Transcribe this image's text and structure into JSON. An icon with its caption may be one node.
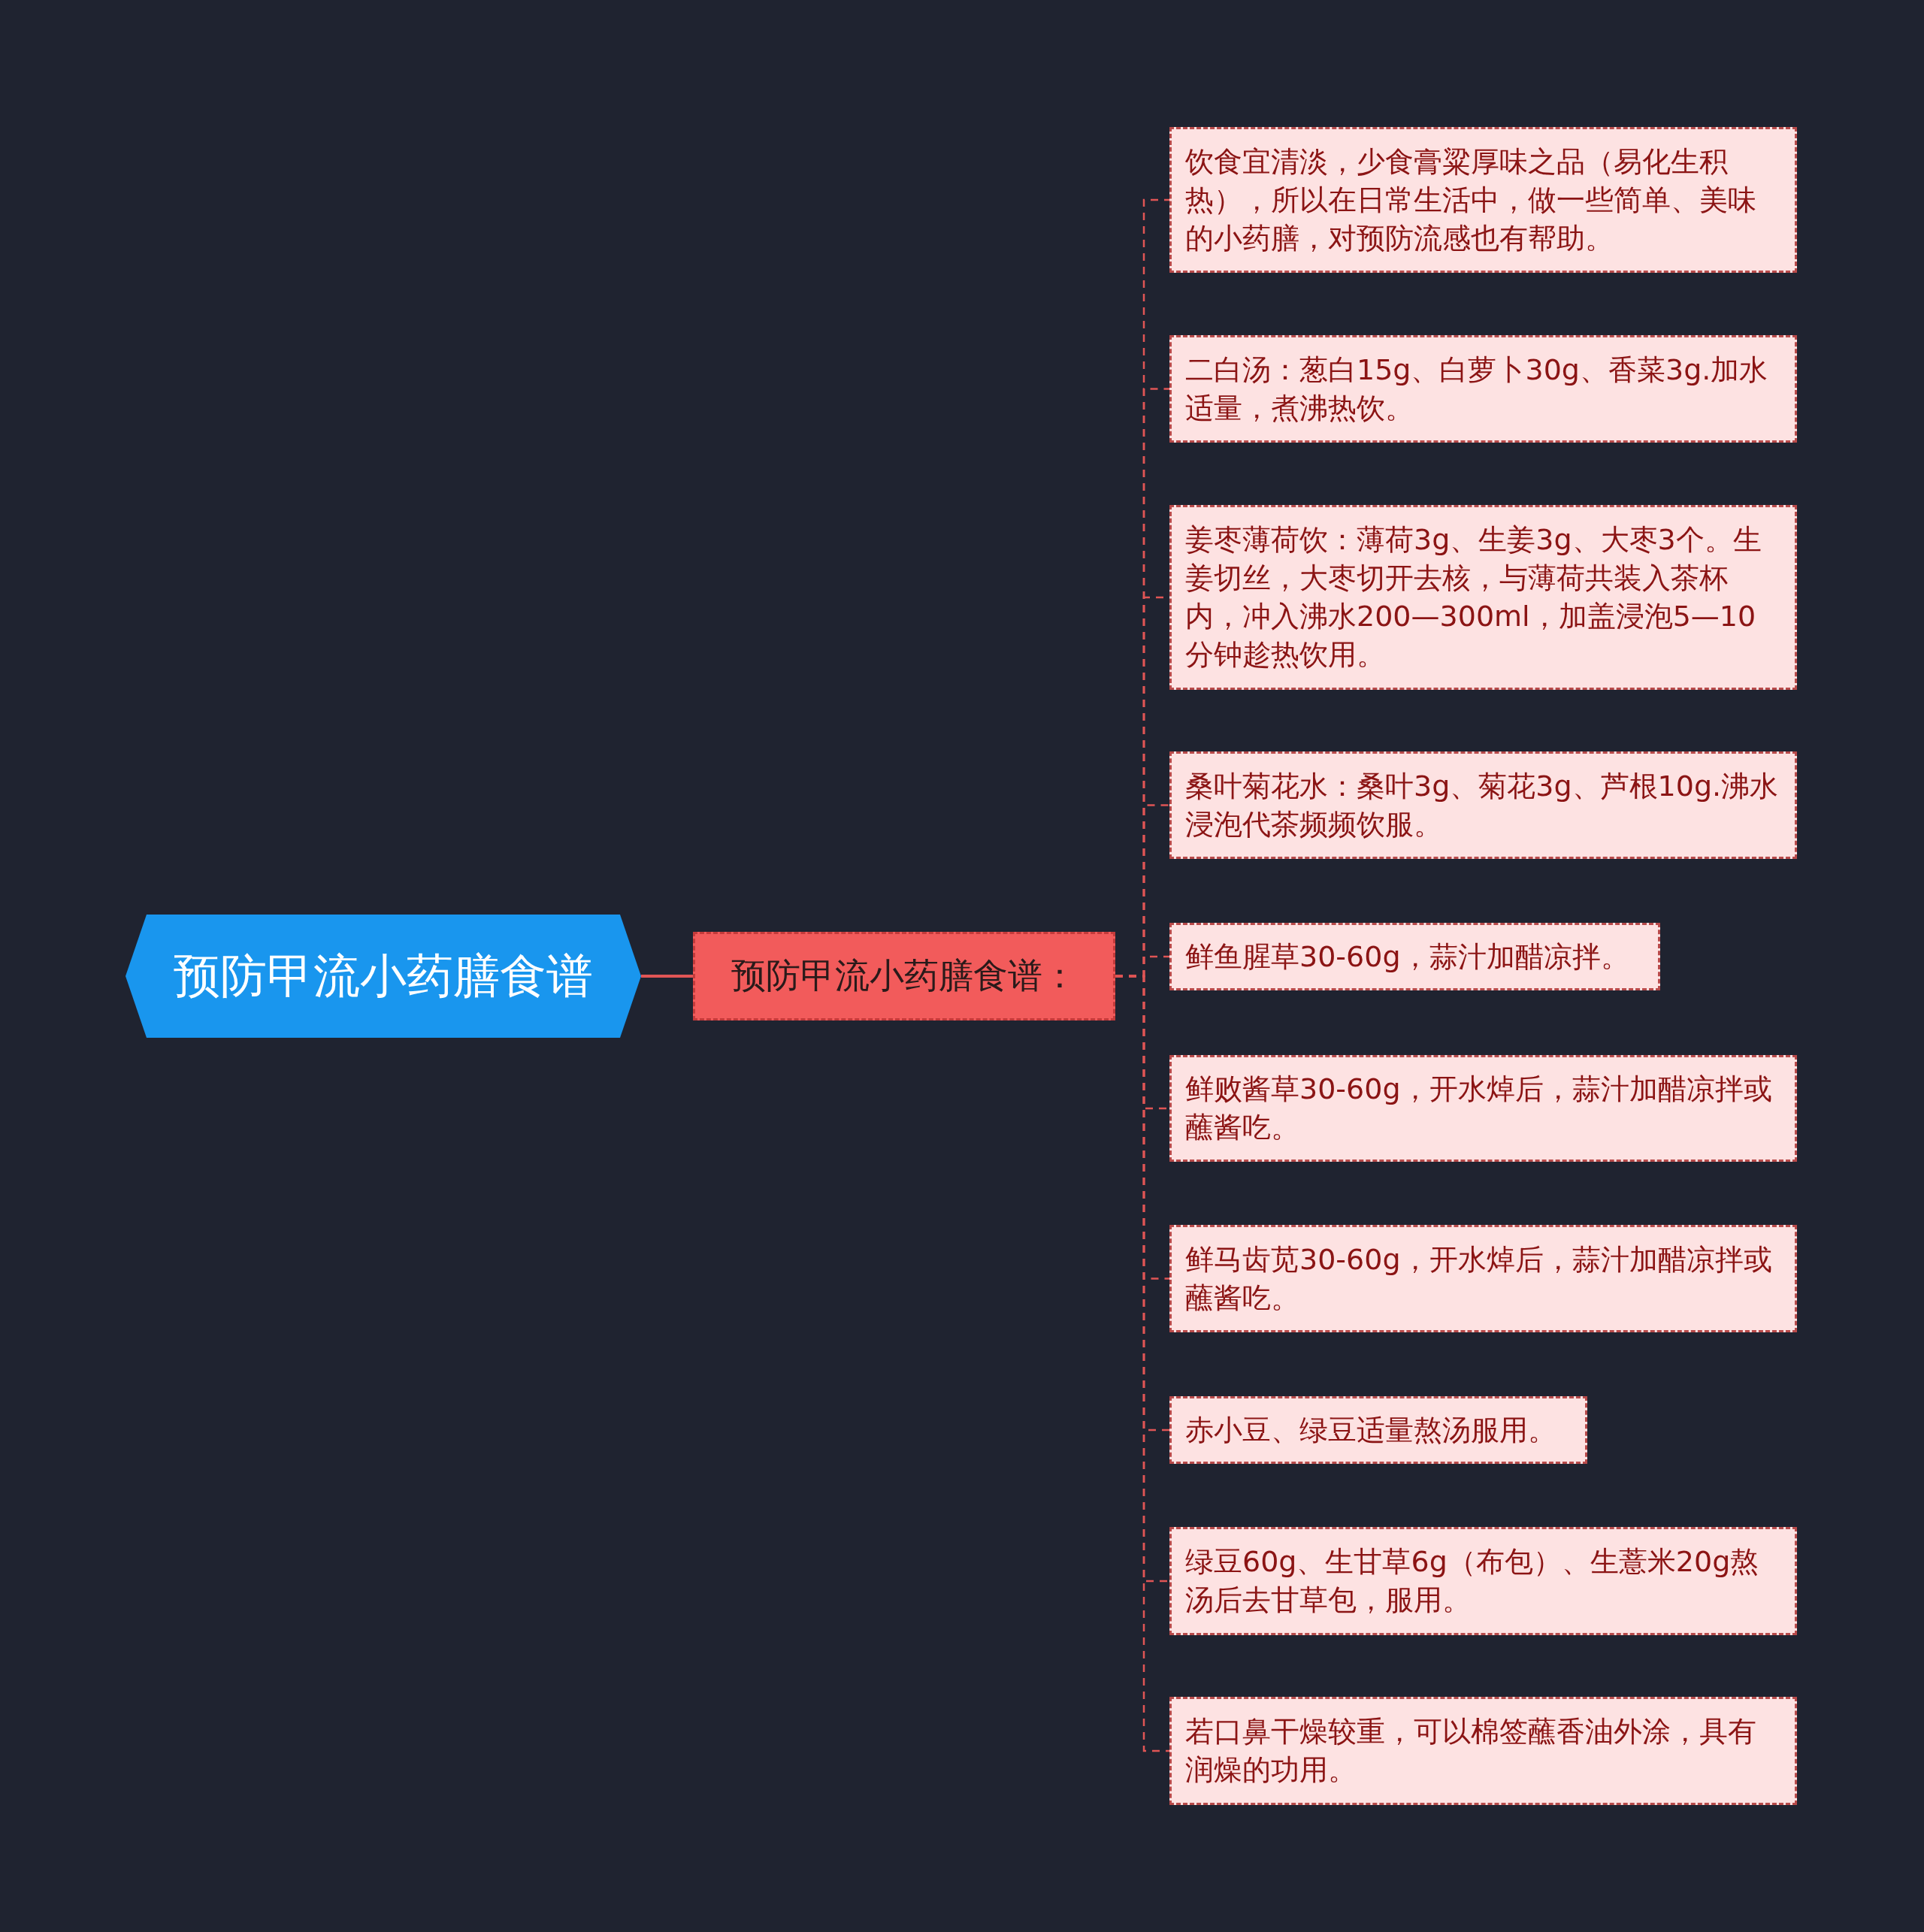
{
  "diagram": {
    "nodes": [
      {
        "text": [
          "预防甲流小药膳食谱"
        ]
      },
      {
        "text": [
          "预防甲流小药膳食谱："
        ]
      },
      {
        "text": [
          "饮食宜清淡，少食膏粱厚味之品（易化生积热），所以在日常生活中，做一些简单、美味的小药膳，对预防流感也有帮助。"
        ]
      },
      {
        "text": [
          "二白汤：葱白15g、白萝卜30g、香菜3g.加水适量，煮沸热饮。"
        ]
      },
      {
        "text": [
          "姜枣薄荷饮：薄荷3g、生姜3g、大枣3个。生姜切丝，大枣切开去核，与薄荷共装入茶杯内，冲入沸水200—300ml，加盖浸泡5—10分钟趁热饮用。"
        ]
      },
      {
        "text": [
          "桑叶菊花水：桑叶3g、菊花3g、芦根10g.沸水浸泡代茶频频饮服。"
        ]
      },
      {
        "text": [
          "鲜鱼腥草30-60g，蒜汁加醋凉拌。"
        ]
      },
      {
        "text": [
          "鲜败酱草30-60g，开水焯后，蒜汁加醋凉拌或蘸酱吃。"
        ]
      },
      {
        "text": [
          "鲜马齿苋30-60g，开水焯后，蒜汁加醋凉拌或蘸酱吃。"
        ]
      },
      {
        "text": [
          "赤小豆、绿豆适量熬汤服用。"
        ]
      },
      {
        "text": [
          "绿豆60g、生甘草6g（布包）、生薏米20g熬汤后去甘草包，服用。"
        ]
      },
      {
        "text": [
          "若口鼻干燥较重，可以棉签蘸香油外涂，具有润燥的功用。"
        ]
      }
    ],
    "edges": [
      {
        "from": 0,
        "to": 1,
        "arrow": "none"
      },
      {
        "from": 1,
        "to": 2,
        "arrow": "none",
        "style": "dashed"
      },
      {
        "from": 1,
        "to": 3,
        "arrow": "none",
        "style": "dashed"
      },
      {
        "from": 1,
        "to": 4,
        "arrow": "none",
        "style": "dashed"
      },
      {
        "from": 1,
        "to": 5,
        "arrow": "none",
        "style": "dashed"
      },
      {
        "from": 1,
        "to": 6,
        "arrow": "none",
        "style": "dashed"
      },
      {
        "from": 1,
        "to": 7,
        "arrow": "none",
        "style": "dashed"
      },
      {
        "from": 1,
        "to": 8,
        "arrow": "none",
        "style": "dashed"
      },
      {
        "from": 1,
        "to": 9,
        "arrow": "none",
        "style": "dashed"
      },
      {
        "from": 1,
        "to": 10,
        "arrow": "none",
        "style": "dashed"
      },
      {
        "from": 1,
        "to": 11,
        "arrow": "none",
        "style": "dashed"
      }
    ]
  }
}
